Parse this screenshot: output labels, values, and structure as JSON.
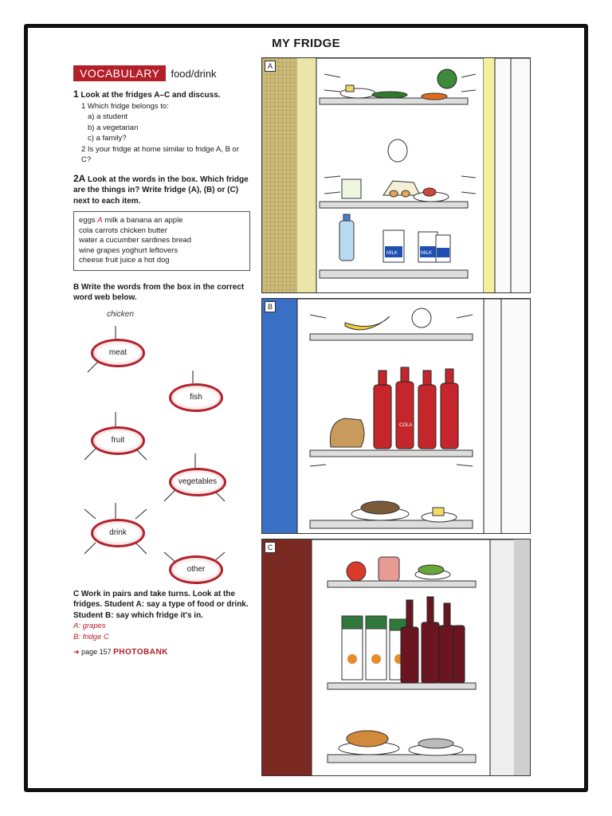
{
  "page_title": "MY FRIDGE",
  "vocab": {
    "tag": "VOCABULARY",
    "topic": "food/drink"
  },
  "ex1": {
    "num": "1",
    "instr": "Look at the fridges A–C and discuss.",
    "q1": "1  Which fridge belongs to:",
    "a": "a)  a student",
    "b": "b)  a vegetarian",
    "c": "c)  a family?",
    "q2": "2  Is your fridge at home similar to fridge A, B or C?"
  },
  "ex2a": {
    "num": "2A",
    "instr": "Look at the words in the box. Which fridge are the things in? Write fridge (A), (B) or (C) next to each item.",
    "box_lines": [
      [
        "eggs",
        "A",
        " milk  a banana  an apple"
      ],
      [
        "cola  carrots  chicken  butter"
      ],
      [
        "water  a cucumber  sardines  bread"
      ],
      [
        "wine  grapes  yoghurt  leftovers"
      ],
      [
        "cheese  fruit juice  a hot dog"
      ]
    ]
  },
  "ex2b": {
    "num": "B",
    "instr": "Write the words from the box in the correct word web below.",
    "example": "chicken",
    "ovals": [
      "meat",
      "fish",
      "fruit",
      "vegetables",
      "drink",
      "other"
    ]
  },
  "ex2c": {
    "num": "C",
    "instr": "Work in pairs and take turns. Look at the fridges. Student A: say a type of food or drink. Student B: say which fridge it's in.",
    "a_line": "A: grapes",
    "b_line": "B: fridge C",
    "page_ref": "page 157",
    "photobank": "PHOTOBANK"
  },
  "panels": [
    "A",
    "B",
    "C"
  ],
  "illustrations": {
    "A": {
      "milk1": "MILK",
      "milk2": "MILK"
    },
    "B": {
      "cola": "COLA"
    }
  },
  "colors": {
    "accent": "#b3202a"
  }
}
